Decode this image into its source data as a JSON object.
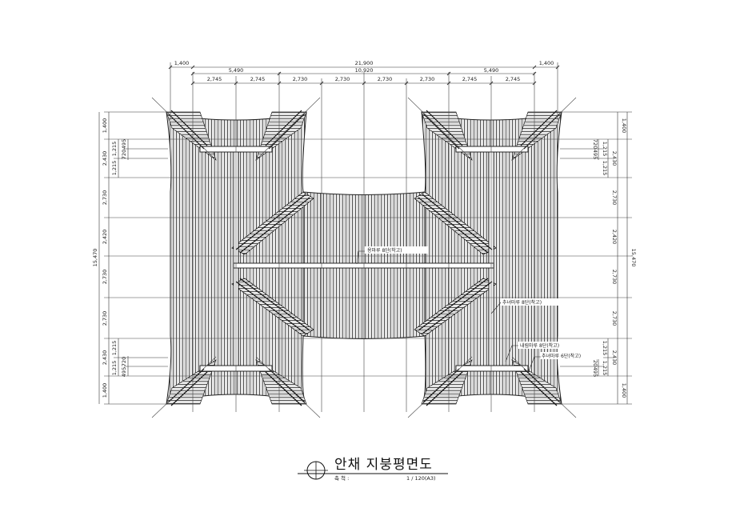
{
  "title_block": {
    "title": "안채 지붕평면도",
    "scale_label": "축 척 :",
    "scale_value": "1 / 120(A3)"
  },
  "dimensions": {
    "top_row1": [
      "1,400",
      "21,900",
      "1,400"
    ],
    "top_row2": [
      "5,490",
      "10,920",
      "5,490"
    ],
    "top_row3": [
      "2,745",
      "2,745",
      "2,730",
      "2,730",
      "2,730",
      "2,730",
      "2,745",
      "2,745"
    ],
    "left_total": "15,470",
    "left_outer": [
      "1,400",
      "2,430",
      "2,730",
      "2,420",
      "2,730",
      "2,730",
      "2,430",
      "1,400"
    ],
    "left_inner": [
      "1,215",
      "1,215",
      "1,215",
      "1,215"
    ],
    "left_small": [
      "495",
      "720",
      "720",
      "495"
    ],
    "right_total": "15,470",
    "right_outer": [
      "1,400",
      "2,430",
      "2,730",
      "2,420",
      "2,730",
      "2,730",
      "2,430",
      "1,400"
    ],
    "right_inner": [
      "1,215",
      "1,215",
      "1,215",
      "1,215"
    ],
    "right_small": [
      "720",
      "495",
      "720",
      "495"
    ]
  },
  "notes": {
    "ridge": "용마루 8단(착고)",
    "hip1": "추녀마루 8단(착고)",
    "hip2": "내림마루 8단(착고)",
    "hip3": "추녀마루 6단(착고)"
  }
}
